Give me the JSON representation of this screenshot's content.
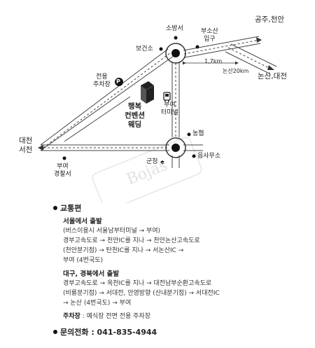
{
  "map": {
    "labels": {
      "sobangseo": "소방서",
      "bogeonso": "보건소",
      "busan_ipgu": [
        "부소산",
        "입구"
      ],
      "gongju": "공주,천안",
      "nonsan_daejeon": "논산,대전",
      "distance_1_7": "1,7km",
      "nonsan_20km": "논산20km",
      "parking": [
        "전용",
        "주차장"
      ],
      "parking_icon": "P",
      "venue": [
        "행복",
        "컨벤션",
        "웨딩"
      ],
      "buyeo_terminal": [
        "부여",
        "터미널"
      ],
      "daecheon_seocheon": [
        "대천",
        "서천"
      ],
      "nonghyup": "농협",
      "gunchung": "군청",
      "eupsamuso": "읍사무소",
      "police": [
        "부여",
        "경찰서"
      ],
      "watermark": "Bojas"
    },
    "icons": [
      "building-icon",
      "bus-icon",
      "parking-icon",
      "rotary-icon",
      "arrow-icon"
    ]
  },
  "info": {
    "transport_title": "교통편",
    "seoul": {
      "title": "서울에서 출발",
      "lines": [
        "(버스이용시 서울남부터미널 → 부여)",
        "경부고속도로 → 천안IC를 지나 → 천안논산고속도로",
        "(천안분기점) → 탄천IC를 지나 → 서논산IC →",
        "부여 (4번국도)"
      ]
    },
    "daegu": {
      "title": "대구, 경북에서 출발",
      "lines": [
        "경부고속도로 → 옥천IC를 지나 → 대전남부순환고속도로",
        "(비룡분기점) → 서대전, 안영방향 (산내분기점) → 서대전IC",
        "→ 논산 (4번국도) → 부여"
      ]
    },
    "parking": {
      "label": "주차장",
      "text": "예식장 전면 전용 주차장"
    },
    "phone": {
      "label": "문의전화",
      "number": "041-835-4944"
    }
  }
}
